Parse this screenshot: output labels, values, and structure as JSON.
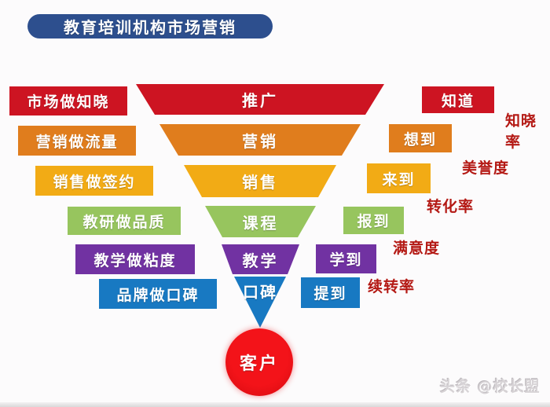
{
  "title": {
    "label": "教育培训机构市场营销",
    "bg_color": "#2d4f8e",
    "text_color": "#ffffff"
  },
  "funnel": {
    "layers": [
      {
        "label": "推广",
        "left": "市场做知晓",
        "right": "知道",
        "color": "#cd1422"
      },
      {
        "label": "营销",
        "left": "营销做流量",
        "right": "想到",
        "color": "#e07d1d"
      },
      {
        "label": "销售",
        "left": "销售做签约",
        "right": "来到",
        "color": "#f2ab15"
      },
      {
        "label": "课程",
        "left": "教研做品质",
        "right": "报到",
        "color": "#97c55e"
      },
      {
        "label": "教学",
        "left": "教学做粘度",
        "right": "学到",
        "color": "#7132a2"
      },
      {
        "label": "口碑",
        "left": "品牌做口碑",
        "right": "提到",
        "color": "#1879c2"
      }
    ]
  },
  "rates": [
    {
      "label": "知晓率"
    },
    {
      "label": "美誉度"
    },
    {
      "label": "转化率"
    },
    {
      "label": "满意度"
    },
    {
      "label": "续转率"
    }
  ],
  "rate_text_color": "#b41914",
  "customer": {
    "label": "客户",
    "color": "#e60d13"
  },
  "watermark": {
    "label": "头条 @校长盟",
    "color": "#d7d3d6"
  }
}
